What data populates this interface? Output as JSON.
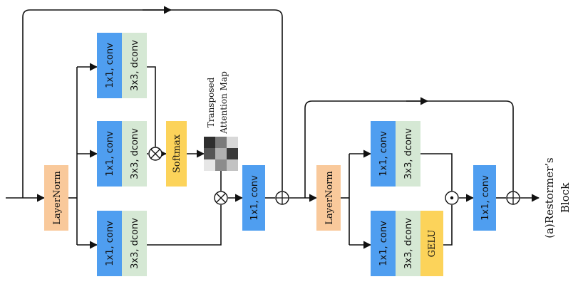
{
  "colors": {
    "conv": "#4f9ef0",
    "dconv": "#d5e8d4",
    "norm": "#f9c99b",
    "yellow": "#fcd35a",
    "wire": "#111111"
  },
  "labels": {
    "layernorm": "LayerNorm",
    "conv1x1": "1x1, conv",
    "dconv3x3": "3x3, dconv",
    "softmax": "Softmax",
    "gelu": "GELU",
    "attention_map_line1": "Transposed",
    "attention_map_line2": "Attention Map",
    "caption_line1": "(a)Restormer’s",
    "caption_line2": "Block"
  },
  "operators": {
    "multiply": "⊗",
    "add": "⊕",
    "hadamard": "⊙"
  },
  "attention_map": {
    "grays": [
      "#2e2e2e",
      "#7a7a7a",
      "#d8d8d8",
      "#555555",
      "#b0b0b0",
      "#3a3a3a",
      "#e6e6e6",
      "#8c8c8c",
      "#c2c2c2"
    ]
  }
}
